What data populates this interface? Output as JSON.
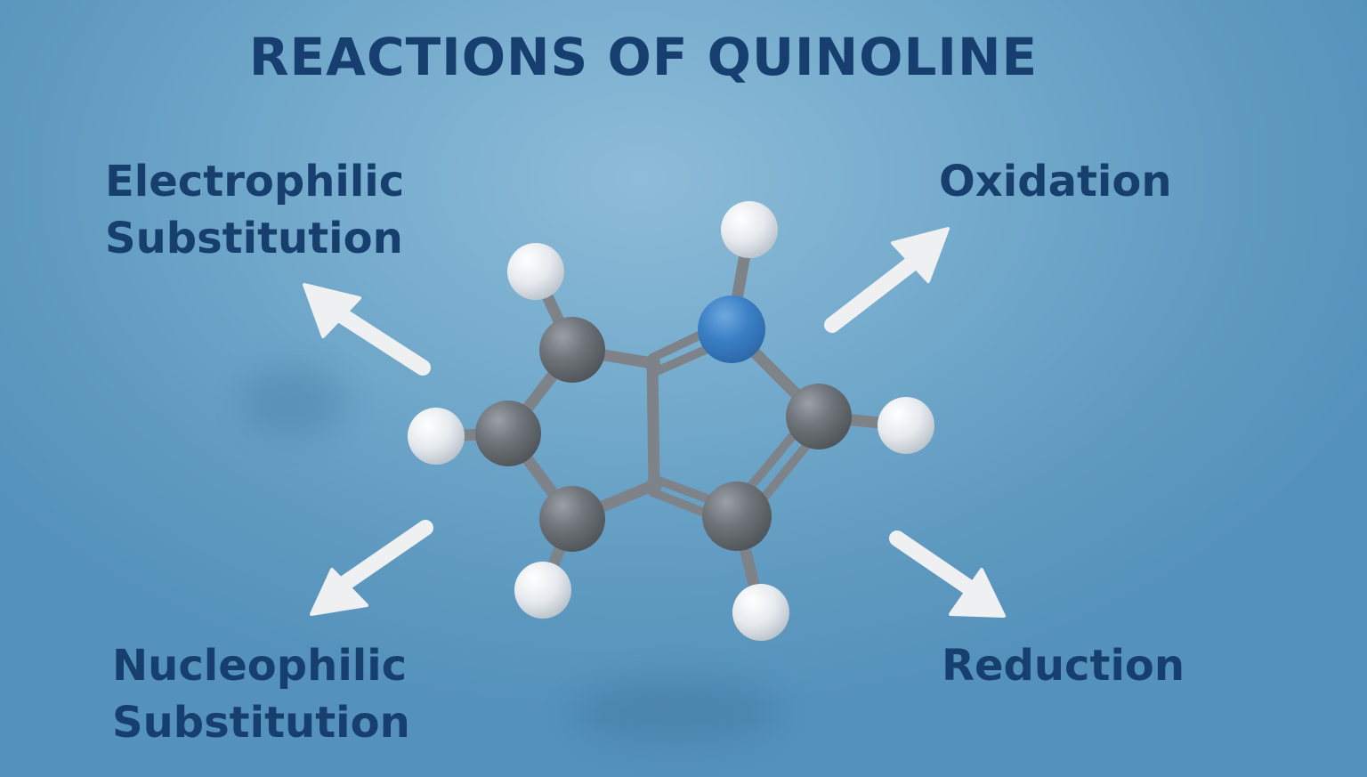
{
  "title": "REACTIONS OF QUINOLINE",
  "reactions": {
    "electrophilic": {
      "line1": "Electrophilic",
      "line2": "Substitution",
      "arrow_direction": "up-left"
    },
    "oxidation": {
      "line1": "Oxidation",
      "arrow_direction": "up-right"
    },
    "nucleophilic": {
      "line1": "Nucleophilic",
      "line2": "Substitution",
      "arrow_direction": "down-left"
    },
    "reduction": {
      "line1": "Reduction",
      "arrow_direction": "down-right"
    }
  },
  "molecule": {
    "atoms": [
      {
        "element": "N",
        "color": "#3a7fc4"
      },
      {
        "element": "C",
        "color": "#6e7479"
      },
      {
        "element": "C",
        "color": "#6e7479"
      },
      {
        "element": "C",
        "color": "#6e7479"
      },
      {
        "element": "C",
        "color": "#6e7479"
      },
      {
        "element": "C",
        "color": "#6e7479"
      },
      {
        "element": "H",
        "color": "#e8ecef"
      },
      {
        "element": "H",
        "color": "#e8ecef"
      },
      {
        "element": "H",
        "color": "#e8ecef"
      },
      {
        "element": "H",
        "color": "#e8ecef"
      },
      {
        "element": "H",
        "color": "#e8ecef"
      },
      {
        "element": "H",
        "color": "#e8ecef"
      }
    ]
  },
  "colors": {
    "background": "#6fa8cb",
    "text": "#173f6e",
    "arrow": "#eef0f2",
    "bond": "#7d8388"
  }
}
